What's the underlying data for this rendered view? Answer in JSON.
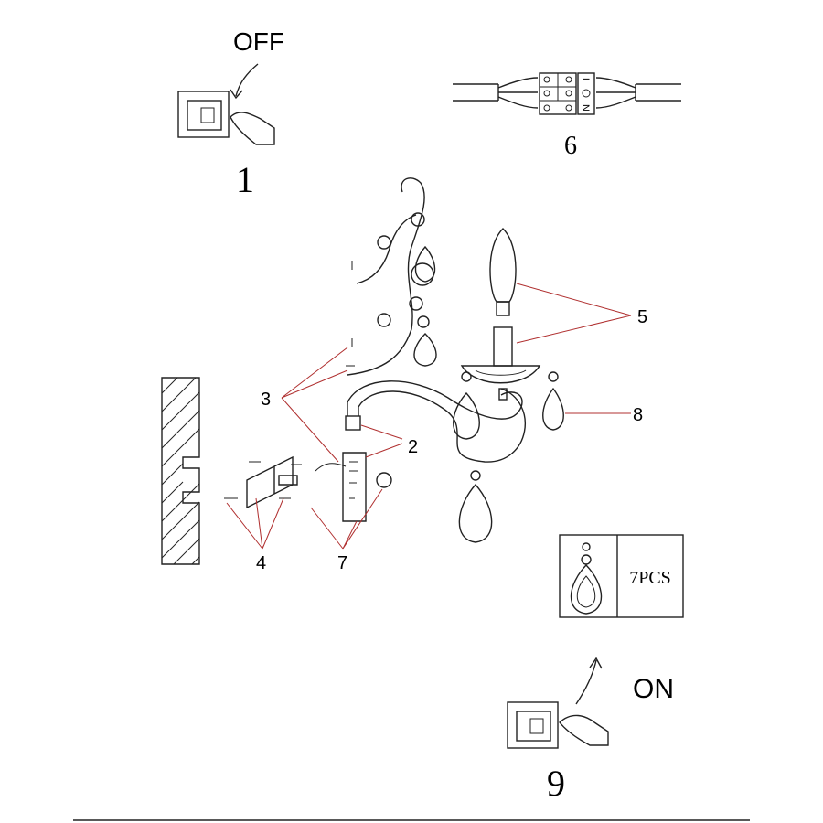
{
  "steps": {
    "off_label": "OFF",
    "step1": "1",
    "step6": "6",
    "on_label": "ON",
    "step9": "9"
  },
  "terminal": {
    "live": "L",
    "neutral": "N"
  },
  "callouts": {
    "c2": "2",
    "c3": "3",
    "c4": "4",
    "c5": "5",
    "c7": "7",
    "c8": "8"
  },
  "crystal_box": {
    "quantity": "7PCS"
  },
  "colors": {
    "leader_line": "#b03030",
    "ink": "#222222"
  }
}
